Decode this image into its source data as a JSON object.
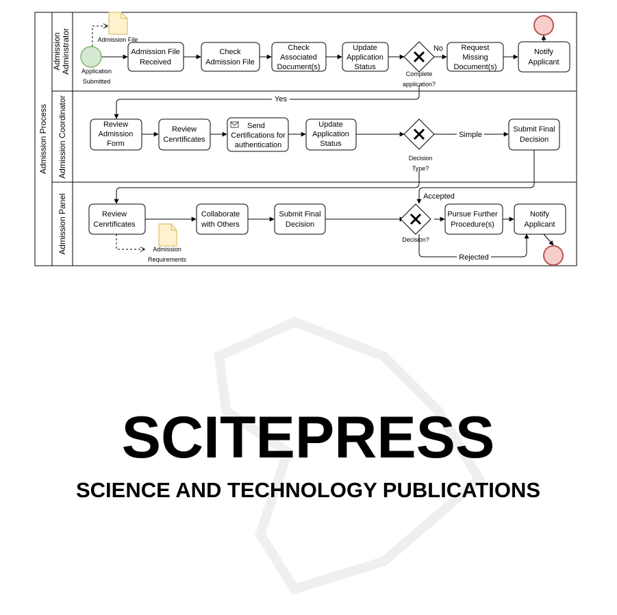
{
  "pool": {
    "title": "Admission Process"
  },
  "lanes": {
    "administrator": {
      "line1": "Admission",
      "line2": "Adminstrator"
    },
    "coordinator": {
      "label": "Admission Coordinator"
    },
    "panel": {
      "label": "Admission Panel"
    }
  },
  "events": {
    "start": {
      "line1": "Application",
      "line2": "Submitted"
    }
  },
  "artifacts": {
    "admission_file": {
      "label": "Admission File"
    },
    "requirements": {
      "line1": "Admission",
      "line2": "Requirements"
    }
  },
  "tasks": {
    "admission_file_received": {
      "line1": "Admission File",
      "line2": "Received"
    },
    "check_admission_file": {
      "line1": "Check",
      "line2": "Admission File"
    },
    "check_associated_docs": {
      "line1": "Check",
      "line2": "Associated",
      "line3": "Document(s)"
    },
    "update_status_1": {
      "line1": "Update",
      "line2": "Application",
      "line3": "Status"
    },
    "request_missing_docs": {
      "line1": "Request",
      "line2": "Missing",
      "line3": "Document(s)"
    },
    "notify_applicant_1": {
      "line1": "Notify",
      "line2": "Applicant"
    },
    "review_admission_form": {
      "line1": "Review",
      "line2": "Admission",
      "line3": "Form"
    },
    "review_certificates_1": {
      "line1": "Review",
      "line2": "Cenrtificates"
    },
    "send_certifications": {
      "line1": "Send",
      "line2": "Certifications for",
      "line3": "authentication"
    },
    "update_status_2": {
      "line1": "Update",
      "line2": "Application",
      "line3": "Status"
    },
    "submit_final_decision_1": {
      "line1": "Submit Final",
      "line2": "Decision"
    },
    "review_certificates_2": {
      "line1": "Review",
      "line2": "Cenrtificates"
    },
    "collaborate": {
      "line1": "Collaborate",
      "line2": "with Others"
    },
    "submit_final_decision_2": {
      "line1": "Submit Final",
      "line2": "Decision"
    },
    "pursue_further": {
      "line1": "Pursue Further",
      "line2": "Procedure(s)"
    },
    "notify_applicant_2": {
      "line1": "Notify",
      "line2": "Applicant"
    }
  },
  "gateways": {
    "complete": {
      "line1": "Complete",
      "line2": "application?"
    },
    "decision_type": {
      "line1": "Decision",
      "line2": "Type?"
    },
    "decision": {
      "line1": "Decision?"
    }
  },
  "flow_labels": {
    "no": "No",
    "yes": "Yes",
    "simple": "Simple",
    "accepted": "Accepted",
    "rejected": "Rejected"
  },
  "watermark": {
    "line1": "SCITEPRESS",
    "line2": "SCIENCE AND TECHNOLOGY PUBLICATIONS"
  },
  "colors": {
    "start_fill": "#d5e8d4",
    "start_stroke": "#82b366",
    "end_fill": "#f8cecc",
    "end_stroke": "#b85450",
    "doc_fill": "#fff2cc",
    "doc_stroke": "#d6b656"
  }
}
